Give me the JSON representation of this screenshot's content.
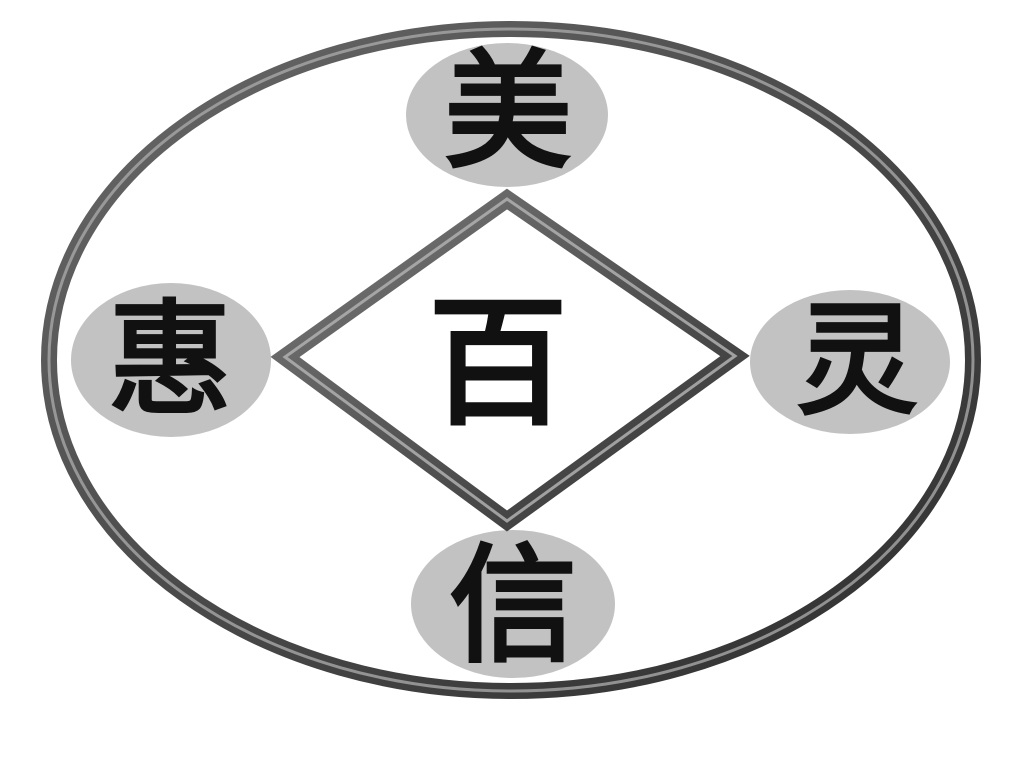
{
  "logo": {
    "top_char": "美",
    "left_char": "惠",
    "center_char": "百",
    "right_char": "灵",
    "bottom_char": "信"
  },
  "colors": {
    "background": "#ffffff",
    "ring_dark": "#3f3f3f",
    "ring_light": "#9c9c9c",
    "badge": "#c2c2c2",
    "text": "#111111"
  }
}
